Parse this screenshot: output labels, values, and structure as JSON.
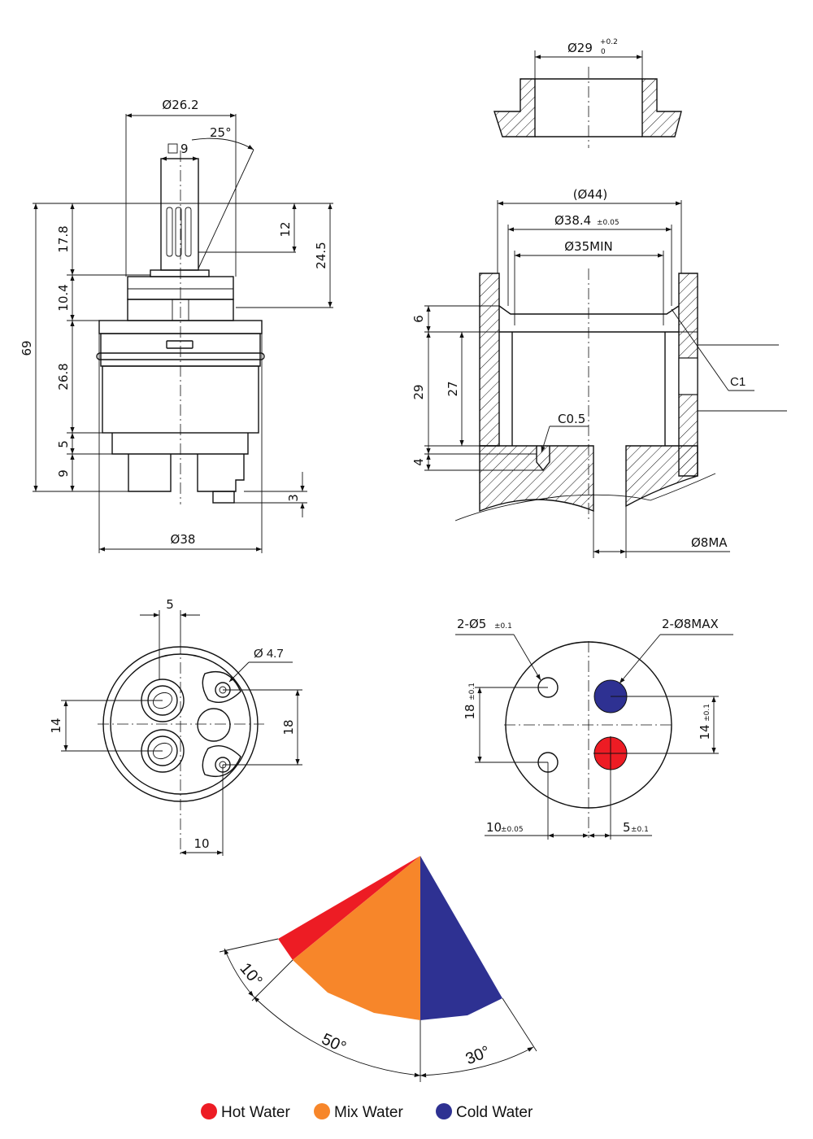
{
  "side_view": {
    "d_top": "Ø26.2",
    "angle": "25°",
    "square": "9",
    "h12": "12",
    "h24_5": "24.5",
    "h17_8": "17.8",
    "h10_4": "10.4",
    "h69": "69",
    "h26_8": "26.8",
    "h5": "5",
    "h9": "9",
    "h3": "3",
    "d38": "Ø38"
  },
  "top_ring": {
    "d29": "Ø29",
    "tol_upper": "+0.2",
    "tol_lower": "0"
  },
  "housing": {
    "d44": "(Ø44)",
    "d38_4": "Ø38.4",
    "d38_4_tol": "±0.05",
    "d35": "Ø35MIN",
    "h6": "6",
    "h29": "29",
    "h27": "27",
    "h4": "4",
    "c1": "C1",
    "c05": "C0.5",
    "d8": "Ø8MA"
  },
  "bottom_view": {
    "w5": "5",
    "d4_7": "Ø 4.7",
    "h14": "14",
    "h18": "18",
    "w10": "10"
  },
  "hole_pattern": {
    "holes5": "2-Ø5",
    "holes5_tol": "±0.1",
    "holes8": "2-Ø8MAX",
    "h18": "18",
    "h18_tol": "±0.1",
    "h14": "14",
    "h14_tol": "±0.1",
    "w10": "10",
    "w10_tol": "±0.05",
    "w5": "5",
    "w5_tol": "±0.1"
  },
  "angle_diagram": {
    "a10": "10°",
    "a50": "50°",
    "a30": "30°"
  },
  "legend": {
    "hot": "Hot Water",
    "mix": "Mix Water",
    "cold": "Cold Water"
  },
  "colors": {
    "hot": "#ed1c24",
    "mix": "#f7862a",
    "cold": "#2e3192"
  }
}
